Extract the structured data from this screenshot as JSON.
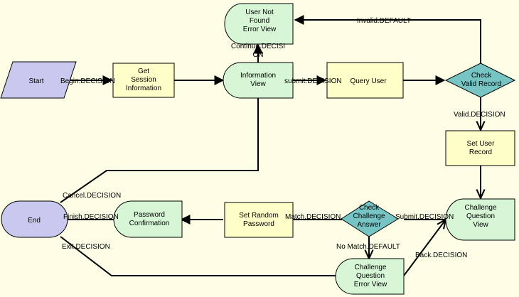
{
  "colors": {
    "background": "#fefee6",
    "start": "#c9c9ef",
    "end": "#c9c9ef",
    "task": "#fefec9",
    "view": "#d6f6d6",
    "decision": "#76c4c4",
    "stroke": "#000000"
  },
  "nodes": {
    "start": "Start",
    "get_session": "Get\nSession\nInformation",
    "user_not_found": "User Not\nFound\nError View",
    "information_view": "Information\nView",
    "query_user": "Query User",
    "check_valid_record": "Check\nValid Record",
    "set_user_record": "Set User\nRecord",
    "challenge_question_view": "Challenge\nQuestion\nView",
    "check_challenge_answer": "Check\nChallenge\nAnswer",
    "set_random_password": "Set Random\nPassword",
    "password_confirmation": "Password\nConfirmation",
    "end": "End",
    "challenge_error_view": "Challenge\nQuestion\nError View"
  },
  "edges": {
    "begin": "Begin.DECISION",
    "continue": "Continue.DECISI\nON",
    "submit": "submit.DECISION",
    "invalid": "Invalid.DEFAULT",
    "valid": "Valid.DECISION",
    "cancel": "Cancel.DECISION",
    "finish": "Finish.DECISION",
    "exit": "Exit.DECISION",
    "match": "Match.DECISION",
    "submit_challenge": "Submit.DECISION",
    "no_match": "No Match.DEFAULT",
    "back": "Back.DECISION"
  }
}
